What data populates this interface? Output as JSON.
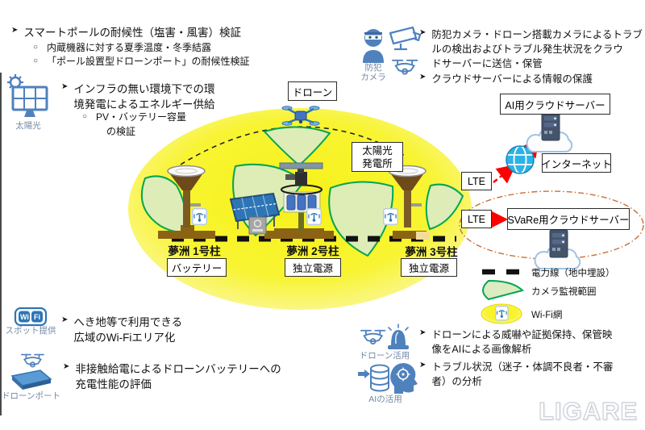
{
  "top_left": {
    "bullet1": "スマートポールの耐候性（塩害・風害）検証",
    "bullet1_subs": [
      "内蔵機器に対する夏季温度・冬季結露",
      "「ポール設置型ドローンポート」の耐候性検証"
    ],
    "solar_icon_label": "太陽光",
    "bullet2_lines": [
      "インフラの無い環境下での環",
      "境発電によるエネルギー供給"
    ],
    "bullet2_sub_lines": [
      "PV・バッテリー容量",
      "の検証"
    ]
  },
  "top_right": {
    "icon_label_lines": [
      "防犯",
      "カメラ"
    ],
    "bullet1_lines": [
      "防犯カメラ・ドローン搭載カメラによるトラブ",
      "ルの検出およびトラブル発生状況をクラウ",
      "ドサーバーに送信・保管"
    ],
    "bullet2": "クラウドサーバーによる情報の保護"
  },
  "network": {
    "ai_server_box": "AI用クラウドサーバー",
    "internet_box": "インターネット",
    "lte_box_1": "LTE",
    "lte_box_2": "LTE",
    "svare_box": "SVaRe用クラウドサーバー"
  },
  "scene": {
    "drone_box": "ドローン",
    "solar_plant_lines": [
      "太陽光",
      "発電所"
    ],
    "poles": [
      {
        "name": "夢洲 1号柱",
        "power": "バッテリー"
      },
      {
        "name": "夢洲 2号柱",
        "power": "独立電源"
      },
      {
        "name": "夢洲 3号柱",
        "power": "独立電源"
      }
    ]
  },
  "legend": {
    "power_line": "電力線（地中埋設）",
    "camera_range": "カメラ監視範囲",
    "wifi_net": "Wi-Fi網"
  },
  "bottom_left": {
    "wifi_chip": [
      "Wi",
      "Fi"
    ],
    "wifi_icon_label": "スポット提供",
    "bullet1_lines": [
      "へき地等で利用できる",
      "広域のWi-Fiエリア化"
    ],
    "droneport_icon_label": "ドローンポート",
    "bullet2_lines": [
      "非接触給電によるドローンバッテリーへの",
      "充電性能の評価"
    ]
  },
  "bottom_right": {
    "drone_icon_label": "ドローン活用",
    "ai_icon_label": "AIの活用",
    "bullet1_lines": [
      "ドローンによる威嚇や証拠保持、保管映",
      "像をAIによる画像解析"
    ],
    "bullet2_lines": [
      "トラブル状況（迷子・体調不良者・不審",
      "者）の分析"
    ]
  },
  "watermark": "LIGARE",
  "colors": {
    "wifi_area_yellow": "#f7f21a",
    "camera_range_green": "#00a651",
    "arrow_red": "#ff0000",
    "icon_blue": "#4f81bd",
    "pole_brown": "#7c5a24",
    "server_navy": "#44546a",
    "orange_dashdot": "#c87137"
  }
}
